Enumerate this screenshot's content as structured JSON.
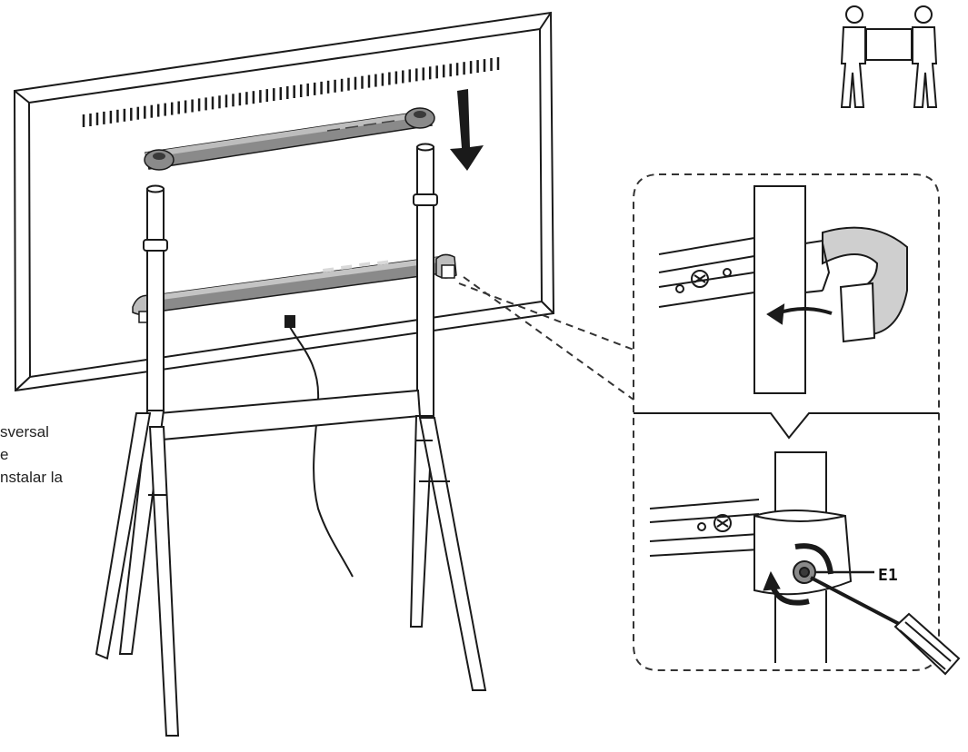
{
  "caption_lines": [
    "sversal",
    "e",
    "nstalar la"
  ],
  "callout_label": "E1",
  "icons": [
    "two-person-lift-icon",
    "down-arrow-icon",
    "screwdriver-icon",
    "rotation-arrow-icon"
  ],
  "colors": {
    "line": "#1a1a1a",
    "bracket_fill": "#8a8a8a",
    "detail_dash": "#333333"
  }
}
